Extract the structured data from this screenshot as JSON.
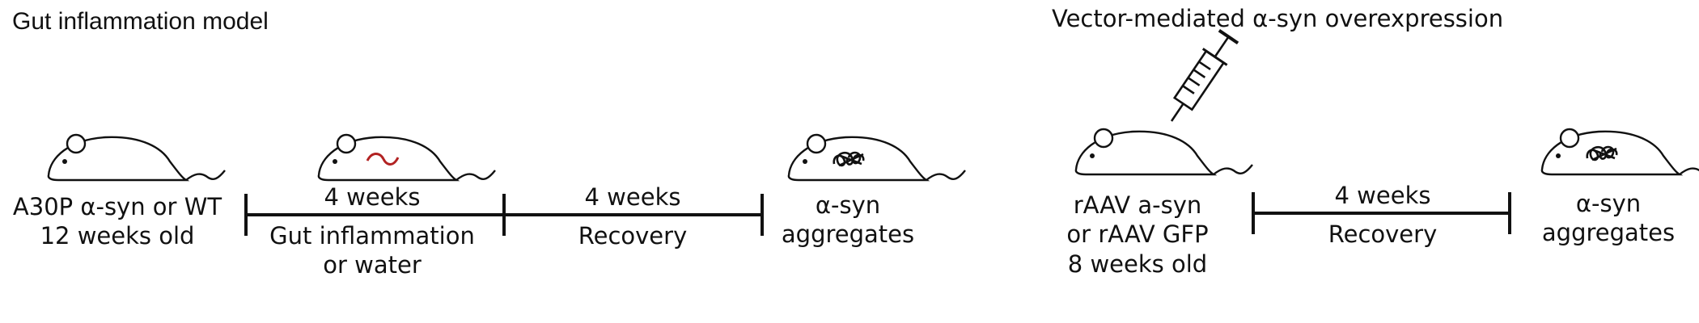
{
  "left": {
    "title": "Gut inflammation model",
    "start": {
      "line1": "A30P α-syn or WT",
      "line2": "12 weeks old"
    },
    "phase1": {
      "duration": "4 weeks",
      "line1": "Gut inflammation",
      "line2": "or water"
    },
    "phase2": {
      "duration": "4 weeks",
      "line1": "Recovery"
    },
    "end": {
      "line1": "α-syn",
      "line2": "aggregates"
    }
  },
  "right": {
    "title": "Vector-mediated α-syn overexpression",
    "start": {
      "line1": "rAAV a-syn",
      "line2": "or rAAV GFP",
      "line3": "8 weeks old"
    },
    "phase1": {
      "duration": "4 weeks",
      "line1": "Recovery"
    },
    "end": {
      "line1": "α-syn",
      "line2": "aggregates"
    }
  },
  "colors": {
    "ink": "#111111",
    "inflammation": "#b22222"
  },
  "icons": [
    "mouse-icon",
    "inflamed-gut-icon",
    "aggregate-icon",
    "syringe-icon"
  ]
}
